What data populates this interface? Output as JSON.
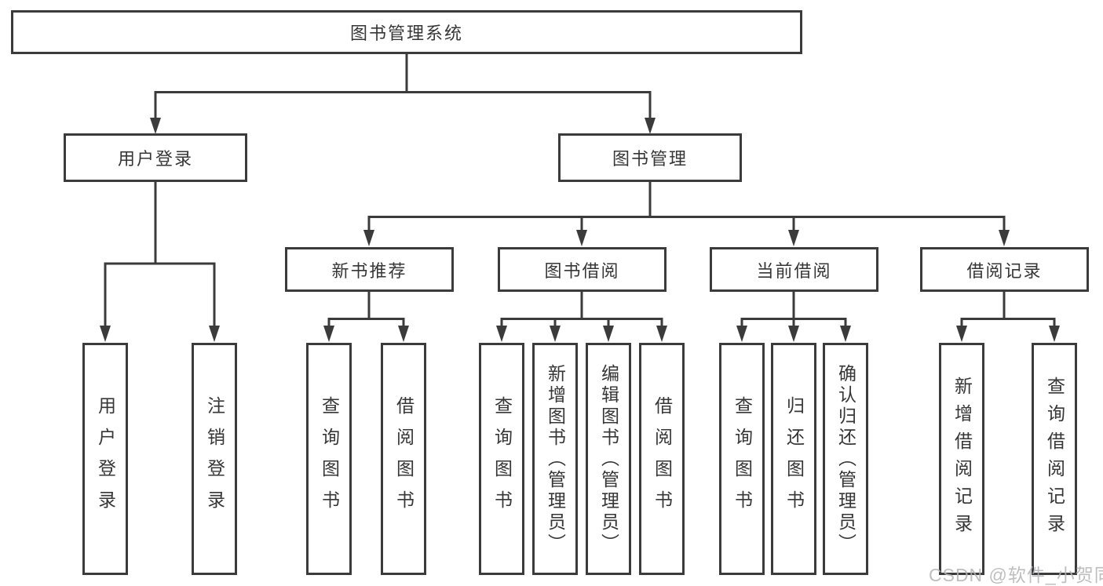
{
  "diagram": {
    "title": "图书管理系统",
    "level2": [
      {
        "label": "用户登录"
      },
      {
        "label": "图书管理"
      }
    ],
    "level3": [
      {
        "label": "新书推荐"
      },
      {
        "label": "图书借阅"
      },
      {
        "label": "当前借阅"
      },
      {
        "label": "借阅记录"
      }
    ],
    "leaves": [
      {
        "label": "用户登录",
        "parent": "用户登录"
      },
      {
        "label": "注销登录",
        "parent": "用户登录"
      },
      {
        "label": "查询图书",
        "parent": "新书推荐"
      },
      {
        "label": "借阅图书",
        "parent": "新书推荐"
      },
      {
        "label": "查询图书",
        "parent": "图书借阅"
      },
      {
        "label": "新增图书（管理员）",
        "parent": "图书借阅"
      },
      {
        "label": "编辑图书（管理员）",
        "parent": "图书借阅"
      },
      {
        "label": "借阅图书",
        "parent": "图书借阅"
      },
      {
        "label": "查询图书",
        "parent": "当前借阅"
      },
      {
        "label": "归还图书",
        "parent": "当前借阅"
      },
      {
        "label": "确认归还（管理员）",
        "parent": "当前借阅"
      },
      {
        "label": "新增借阅记录",
        "parent": "借阅记录"
      },
      {
        "label": "查询借阅记录",
        "parent": "借阅记录"
      }
    ],
    "watermark": "CSDN @软件_小贺同学",
    "colors": {
      "line": "#3b3b3b",
      "text": "#363636",
      "watermark": "#b3b3b6",
      "background": "#ffffff"
    }
  }
}
